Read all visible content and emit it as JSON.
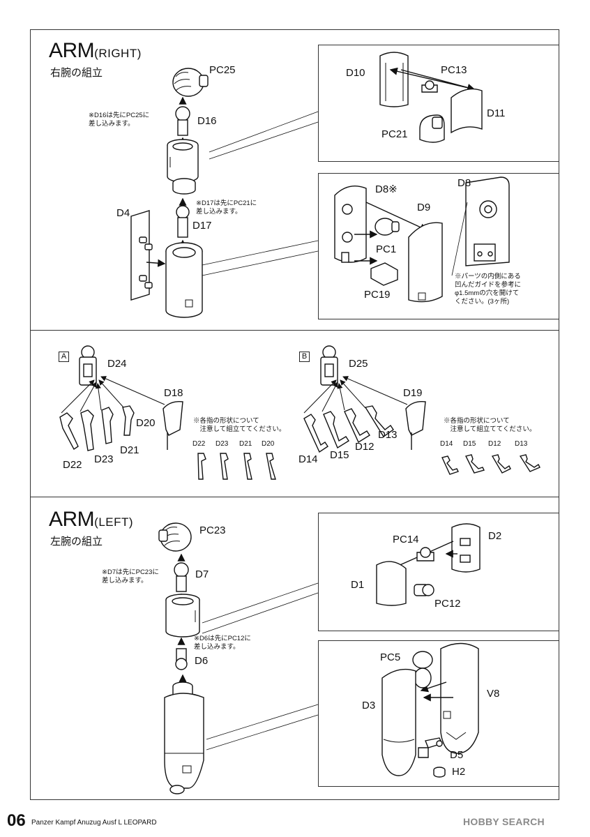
{
  "section_right": {
    "title": "ARM",
    "title_side": "(RIGHT)",
    "subtitle": "右腕の組立",
    "labels": {
      "pc25": "PC25",
      "d16": "D16",
      "d17": "D17",
      "d4": "D4",
      "d10": "D10",
      "pc13": "PC13",
      "d11": "D11",
      "pc21": "PC21",
      "d8_mark": "D8※",
      "d8": "D8",
      "d9": "D9",
      "pc1": "PC1",
      "pc19": "PC19"
    },
    "note_d16": "※D16は先にPC25に\n差し込みます。",
    "note_d17": "※D17は先にPC21に\n差し込みます。",
    "note_d8": "※パーツの内側にある\n凹んだガイドを参考に\nφ1.5mmの穴を開けて\nください。(3ヶ所)"
  },
  "hands": {
    "a": {
      "box": "A",
      "d24": "D24",
      "d18": "D18",
      "d20": "D20",
      "d21": "D21",
      "d22": "D22",
      "d23": "D23",
      "note": "※各指の形状について\n　注意して組立ててください。",
      "fingers": [
        "D22",
        "D23",
        "D21",
        "D20"
      ]
    },
    "b": {
      "box": "B",
      "d25": "D25",
      "d19": "D19",
      "d13": "D13",
      "d12": "D12",
      "d14": "D14",
      "d15": "D15",
      "note": "※各指の形状について\n　注意して組立ててください。",
      "fingers": [
        "D14",
        "D15",
        "D12",
        "D13"
      ]
    }
  },
  "section_left": {
    "title": "ARM",
    "title_side": "(LEFT)",
    "subtitle": "左腕の組立",
    "labels": {
      "pc23": "PC23",
      "d7": "D7",
      "d6": "D6",
      "pc14": "PC14",
      "d2": "D2",
      "d1": "D1",
      "pc12": "PC12",
      "pc5": "PC5",
      "v8": "V8",
      "d3": "D3",
      "d5": "D5",
      "h2": "H2"
    },
    "note_d7": "※D7は先にPC23に\n差し込みます。",
    "note_d6": "※D6は先にPC12に\n差し込みます。"
  },
  "footer": {
    "page_number": "06",
    "kit_name": "Panzer Kampf Anuzug Ausf L LEOPARD",
    "watermark_a": "HOBBY",
    "watermark_b": " SEARCH"
  }
}
